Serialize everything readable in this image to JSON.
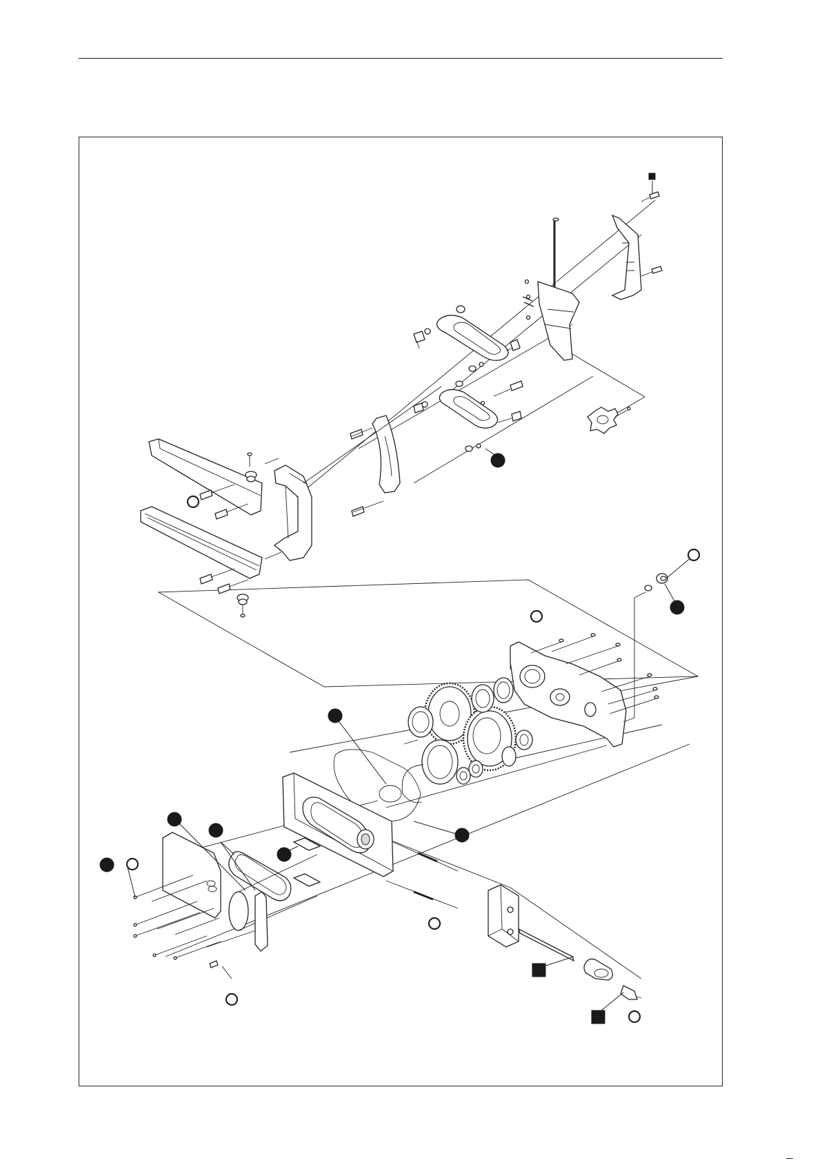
{
  "page": {
    "header_rule": true,
    "diagram_frame": true
  },
  "callouts": [
    {
      "kind": "ring",
      "id": "ring-1"
    },
    {
      "kind": "ring",
      "id": "ring-2"
    },
    {
      "kind": "ring",
      "id": "ring-3"
    },
    {
      "kind": "ring",
      "id": "ring-4"
    },
    {
      "kind": "ring",
      "id": "ring-5"
    },
    {
      "kind": "ring",
      "id": "ring-6"
    },
    {
      "kind": "ring",
      "id": "ring-7"
    },
    {
      "kind": "dot",
      "id": "dot-1"
    },
    {
      "kind": "dot",
      "id": "dot-2"
    },
    {
      "kind": "dot",
      "id": "dot-3"
    },
    {
      "kind": "dot",
      "id": "dot-4"
    },
    {
      "kind": "dot",
      "id": "dot-5"
    },
    {
      "kind": "dot",
      "id": "dot-6"
    },
    {
      "kind": "dot",
      "id": "dot-7"
    },
    {
      "kind": "square",
      "id": "square-1"
    },
    {
      "kind": "square",
      "id": "square-2"
    },
    {
      "kind": "square",
      "id": "square-3"
    }
  ],
  "colors": {
    "line": "#222222",
    "marker": "#1a1a1a",
    "paper": "#ffffff"
  }
}
